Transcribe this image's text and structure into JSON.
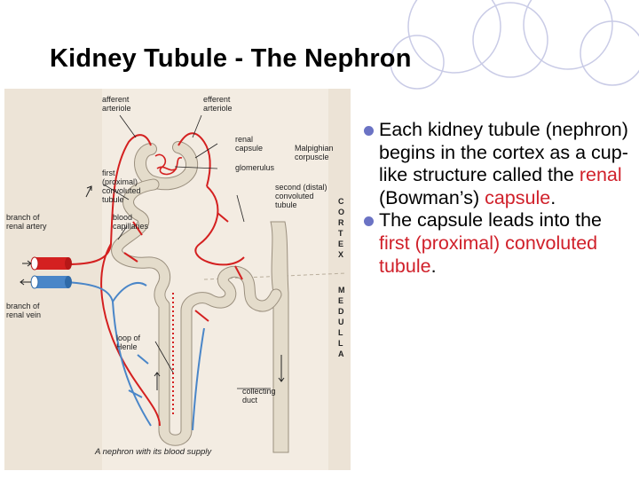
{
  "slide": {
    "title": "Kidney Tubule - The Nephron"
  },
  "figure": {
    "labels": {
      "afferent": "afferent",
      "afferent_2": "arteriole",
      "efferent": "efferent",
      "efferent_2": "arteriole",
      "renal": "renal",
      "renal_2": "capsule",
      "malpighian": "Malpighian",
      "malpighian_2": "corpuscle",
      "glomerulus": "glomerulus",
      "first": "first",
      "first_2": "(proximal)",
      "first_3": "convoluted",
      "first_4": "tubule",
      "second": "second (distal)",
      "second_2": "convoluted",
      "second_3": "tubule",
      "artery": "branch of",
      "artery_2": "renal artery",
      "capillaries": "blood",
      "capillaries_2": "capillaries",
      "vein": "branch of",
      "vein_2": "renal vein",
      "loop": "loop of",
      "loop_2": "Henle",
      "duct": "collecting",
      "duct_2": "duct"
    },
    "cortex_letters": [
      "C",
      "O",
      "R",
      "T",
      "E",
      "X"
    ],
    "medulla_letters": [
      "M",
      "E",
      "D",
      "U",
      "L",
      "L",
      "A"
    ],
    "caption": "A nephron with its blood supply"
  },
  "bullets": [
    {
      "pre": "Each kidney tubule (nephron) begins in the cortex as a cup-like structure called the ",
      "hl1": "renal",
      "mid": " (Bowman’s) ",
      "hl2": "capsule",
      "post": "."
    },
    {
      "pre": "The capsule leads into the ",
      "hl": "first (proximal) convoluted tubule",
      "post": "."
    }
  ],
  "colors": {
    "bullet": "#6b73c4",
    "highlight": "#d0202a",
    "artery": "#d42020",
    "vein": "#4a86c8",
    "tubule": "#e4dccb"
  }
}
